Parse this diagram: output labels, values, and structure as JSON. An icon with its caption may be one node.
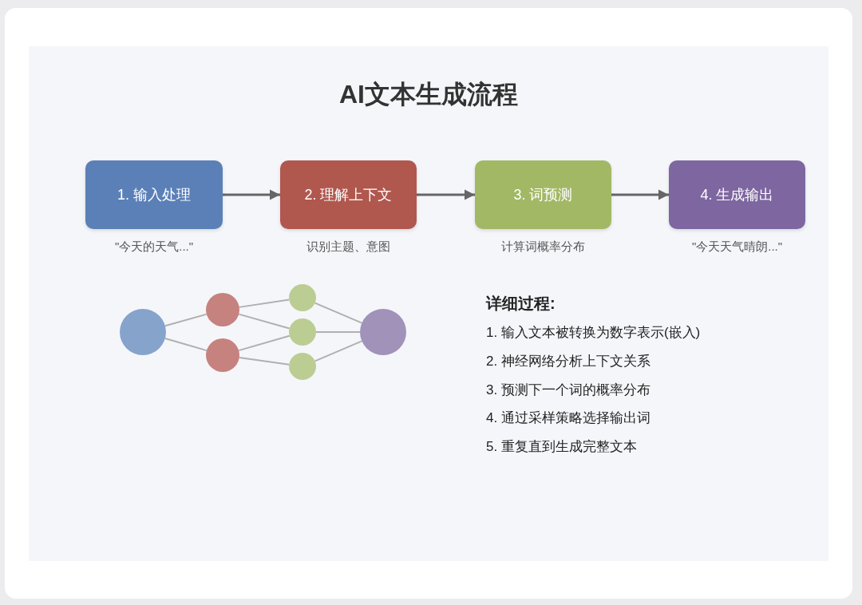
{
  "diagram": {
    "title": "AI文本生成流程",
    "nodes": [
      {
        "text": [
          "1. 输入处理"
        ],
        "beside": [
          "\"今天的天气...\""
        ]
      },
      {
        "text": [
          "2. 理解上下文"
        ],
        "beside": [
          "识别主题、意图"
        ]
      },
      {
        "text": [
          "3. 词预测"
        ],
        "beside": [
          "计算词概率分布"
        ]
      },
      {
        "text": [
          "4. 生成输出"
        ],
        "beside": [
          "\"今天天气晴朗...\""
        ]
      },
      {
        "text": [],
        "shape": "circle"
      },
      {
        "text": [],
        "shape": "circle"
      },
      {
        "text": [],
        "shape": "circle"
      },
      {
        "text": [],
        "shape": "circle"
      },
      {
        "text": [],
        "shape": "circle"
      },
      {
        "text": [],
        "shape": "circle"
      },
      {
        "text": [],
        "shape": "circle"
      }
    ],
    "edges": [
      {
        "from": 0,
        "to": 1,
        "arrow": "to",
        "color": "#666666"
      },
      {
        "from": 1,
        "to": 2,
        "arrow": "to",
        "color": "#666666"
      },
      {
        "from": 2,
        "to": 3,
        "arrow": "to",
        "color": "#666666"
      },
      {
        "from": 4,
        "to": 5,
        "arrow": "none"
      },
      {
        "from": 4,
        "to": 6,
        "arrow": "none"
      },
      {
        "from": 5,
        "to": 7,
        "arrow": "none"
      },
      {
        "from": 5,
        "to": 8,
        "arrow": "none"
      },
      {
        "from": 6,
        "to": 8,
        "arrow": "none"
      },
      {
        "from": 6,
        "to": 9,
        "arrow": "none"
      },
      {
        "from": 7,
        "to": 10,
        "arrow": "none"
      },
      {
        "from": 8,
        "to": 10,
        "arrow": "none"
      },
      {
        "from": 9,
        "to": 10,
        "arrow": "none"
      }
    ],
    "labels": [
      "详细过程:",
      "1. 输入文本被转换为数字表示(嵌入)",
      "2. 神经网络分析上下文关系",
      "3. 预测下一个词的概率分布",
      "4. 通过采样策略选择输出词",
      "5. 重复直到生成完整文本"
    ]
  }
}
